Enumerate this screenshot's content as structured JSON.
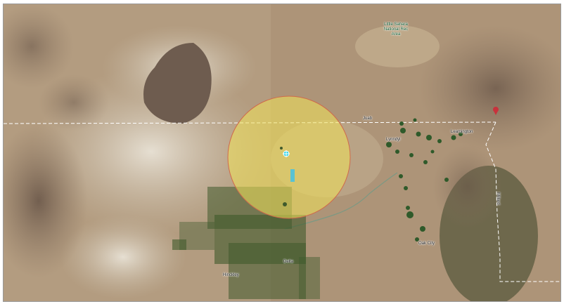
{
  "map": {
    "labels": {
      "delta": "Delta",
      "hinckley": "Hinckley",
      "lynndyl": "Lynndyl",
      "leamington": "Leamington",
      "oak_city": "Oak City",
      "juab": "Juab",
      "park": "Little Sahara National Rec Area",
      "sevier": "Millard"
    },
    "colors": {
      "desert": "#b39c80",
      "playa": "#d9d2c6",
      "mountain": "#7a6552",
      "farmland": "#3f5a2c",
      "radius_fill": "#f2e35a",
      "radius_stroke": "#d06a4a",
      "marker": "#2fd4e8",
      "boundary": "#ffffff"
    },
    "icons": [
      "location-pin-icon",
      "site-marker-icon"
    ]
  }
}
